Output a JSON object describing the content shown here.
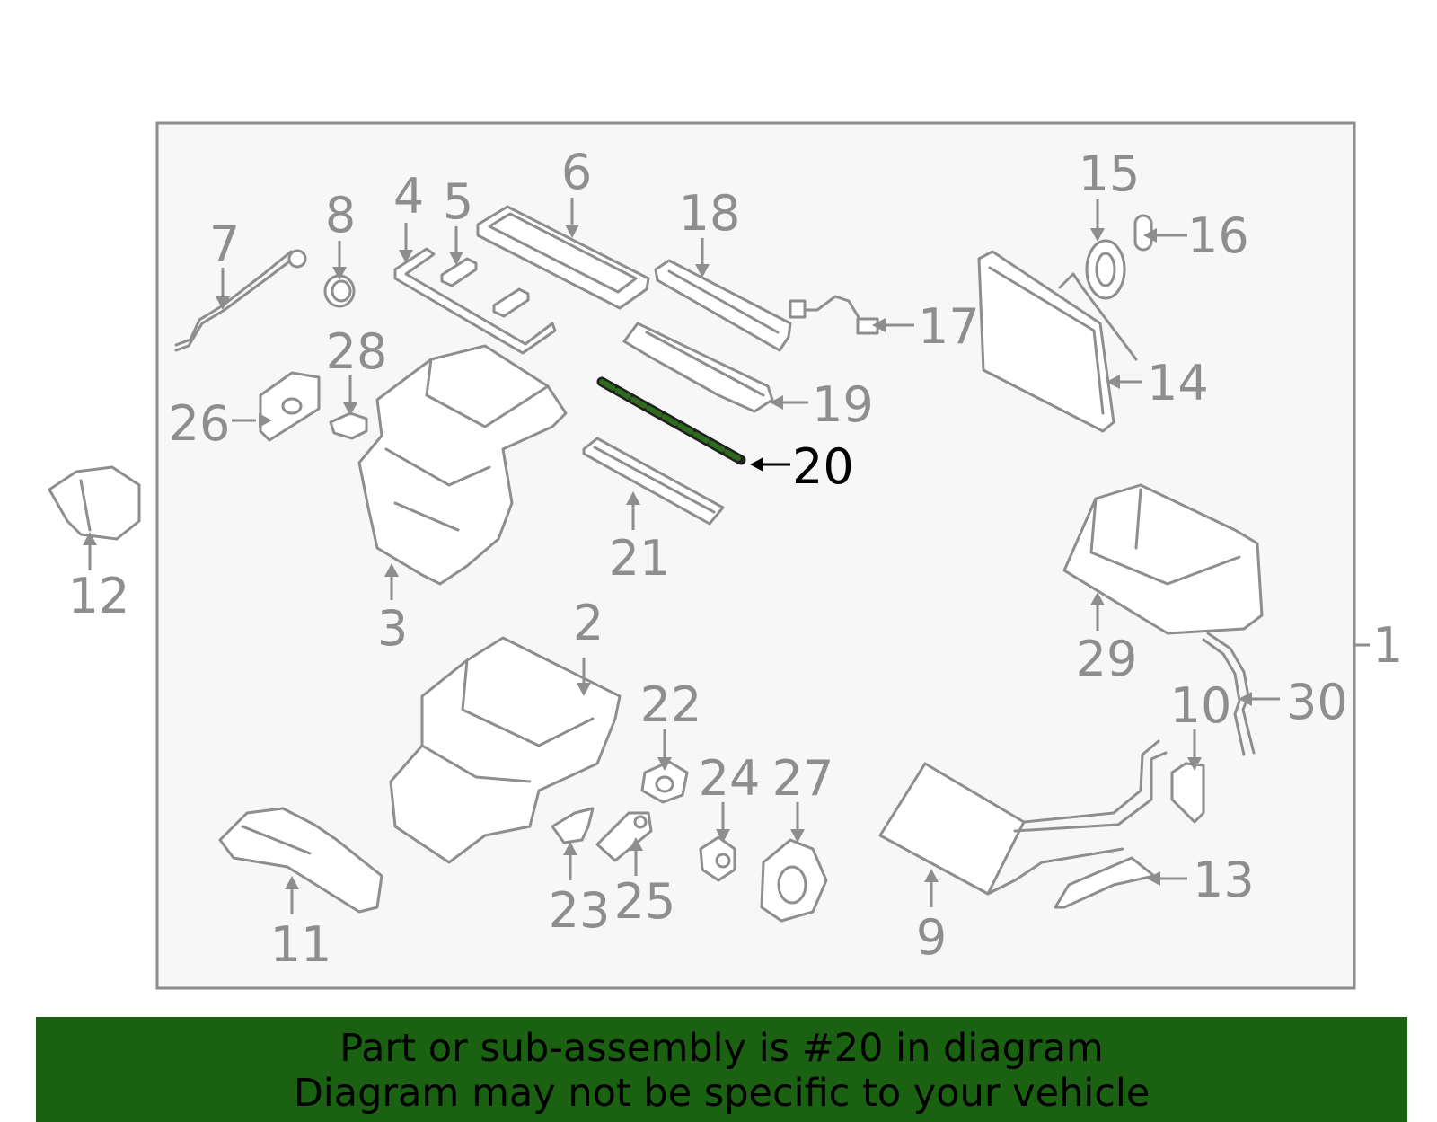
{
  "diagram": {
    "callouts": [
      "1",
      "2",
      "3",
      "4",
      "5",
      "6",
      "7",
      "8",
      "9",
      "10",
      "11",
      "12",
      "13",
      "14",
      "15",
      "16",
      "17",
      "18",
      "19",
      "20",
      "21",
      "22",
      "23",
      "24",
      "25",
      "26",
      "27",
      "28",
      "29",
      "30"
    ],
    "highlighted_part": "20",
    "colors": {
      "frame": "#8e8e8e",
      "panel": "#f7f7f7",
      "highlight_part": "#2e6b1f",
      "highlight_text": "#000000",
      "banner": "#1b6112"
    }
  },
  "banner": {
    "line1": "Part or sub-assembly is #20 in diagram",
    "line2": "Diagram may not be specific to your vehicle"
  }
}
